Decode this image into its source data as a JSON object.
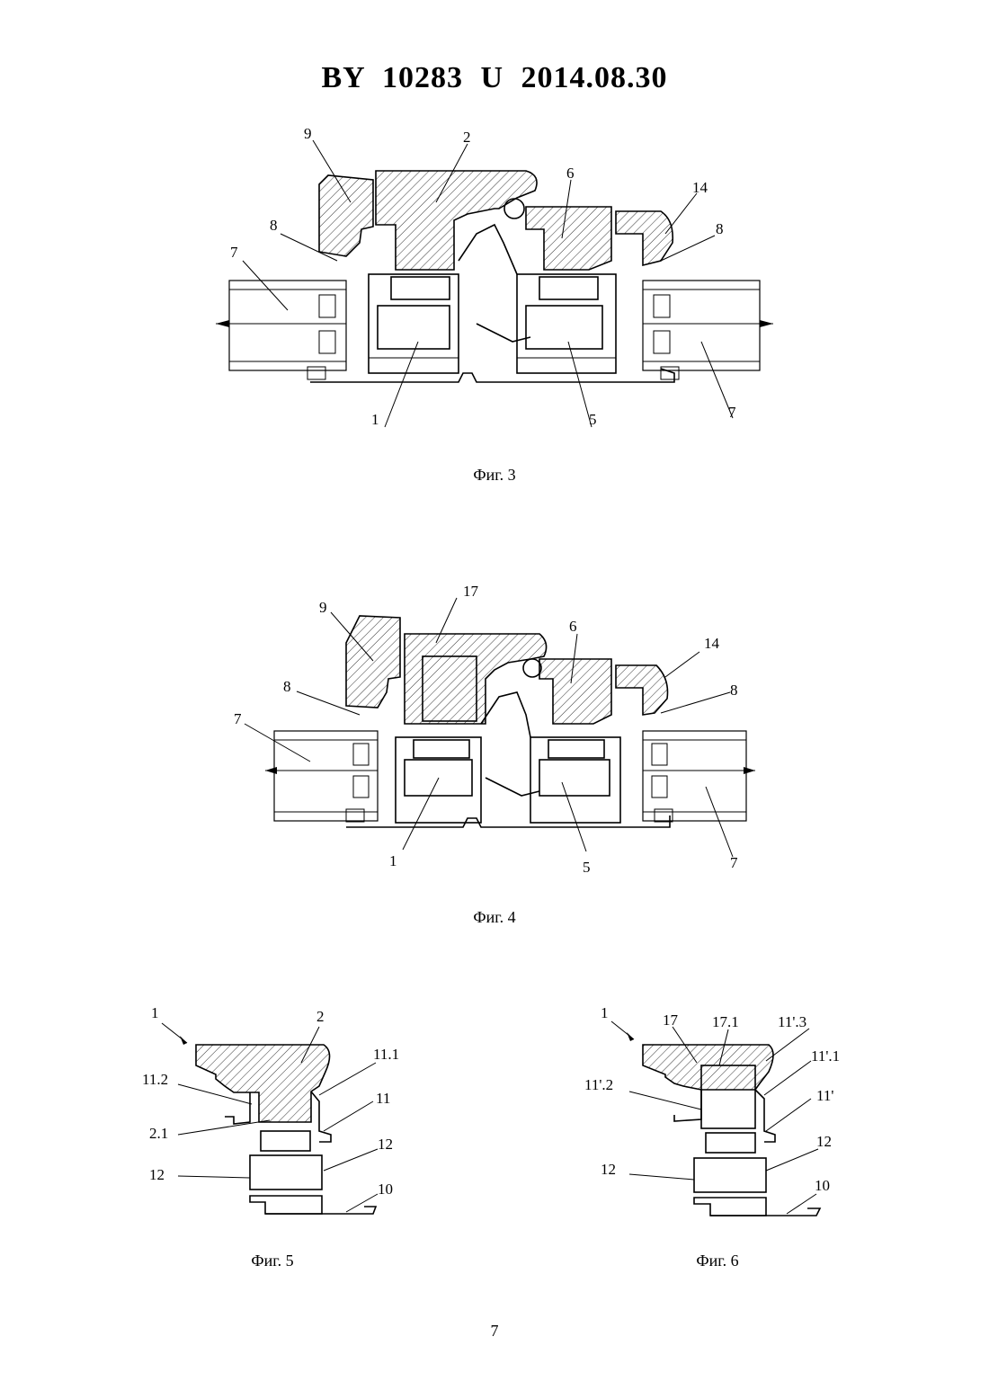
{
  "header": {
    "title": "BY  10283  U  2014.08.30"
  },
  "fig3": {
    "caption": "Фиг. 3",
    "labels": {
      "l9": "9",
      "l2": "2",
      "l6": "6",
      "l14": "14",
      "l8a": "8",
      "l8b": "8",
      "l7a": "7",
      "l7b": "7",
      "l1": "1",
      "l5": "5"
    }
  },
  "fig4": {
    "caption": "Фиг. 4",
    "labels": {
      "l9": "9",
      "l17": "17",
      "l6": "6",
      "l14": "14",
      "l8a": "8",
      "l8b": "8",
      "l7a": "7",
      "l7b": "7",
      "l1": "1",
      "l5": "5"
    }
  },
  "fig5": {
    "caption": "Фиг. 5",
    "labels": {
      "l1": "1",
      "l2": "2",
      "l11_1": "11.1",
      "l11_2": "11.2",
      "l11": "11",
      "l2_1": "2.1",
      "l12a": "12",
      "l12b": "12",
      "l10": "10"
    }
  },
  "fig6": {
    "caption": "Фиг. 6",
    "labels": {
      "l1": "1",
      "l17": "17",
      "l17_1": "17.1",
      "l11p3": "11'.3",
      "l11p1": "11'.1",
      "l11p2": "11'.2",
      "l11p": "11'",
      "l12a": "12",
      "l12b": "12",
      "l10": "10"
    }
  },
  "page": {
    "number": "7"
  }
}
